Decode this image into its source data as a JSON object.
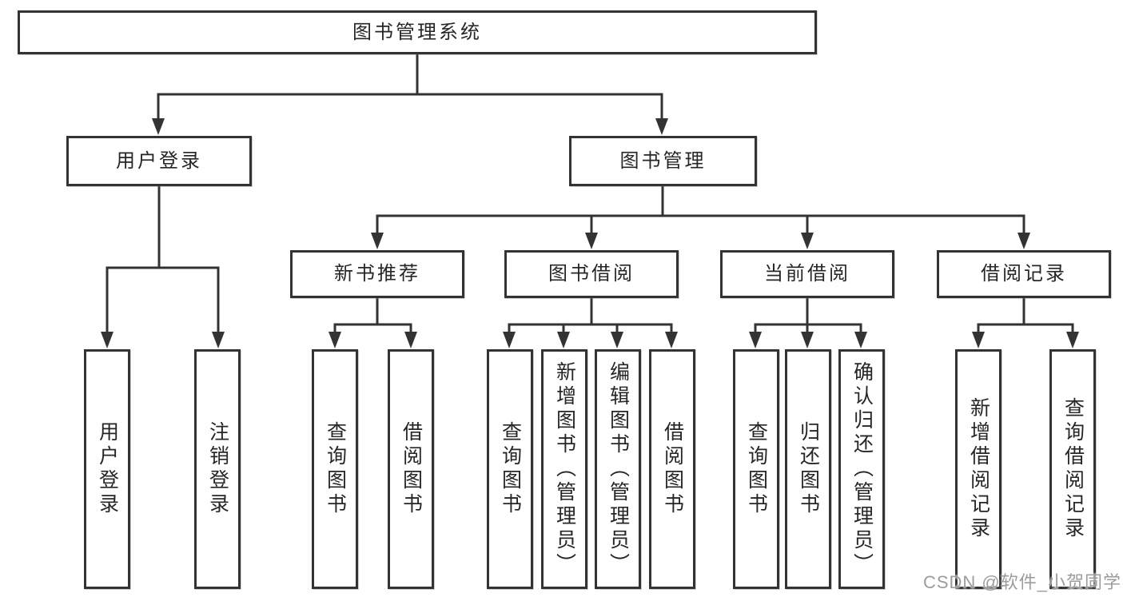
{
  "diagram_title": "图书管理系统",
  "nodes": {
    "root": "图书管理系统",
    "user_login": "用户登录",
    "book_mgmt": "图书管理",
    "new_book_rec": "新书推荐",
    "book_borrow": "图书借阅",
    "current_borrow": "当前借阅",
    "borrow_record": "借阅记录",
    "leaf_user_login": "用户登录",
    "leaf_logout": "注销登录",
    "leaf_rec_query_books": "查询图书",
    "leaf_rec_borrow_books": "借阅图书",
    "leaf_bb_query_books": "查询图书",
    "leaf_bb_add_books": "新增图书（管理员）",
    "leaf_bb_edit_books": "编辑图书（管理员）",
    "leaf_bb_borrow_books": "借阅图书",
    "leaf_cb_query_books": "查询图书",
    "leaf_cb_return_books": "归还图书",
    "leaf_cb_confirm_return": "确认归还（管理员）",
    "leaf_br_add_record": "新增借阅记录",
    "leaf_br_query_record": "查询借阅记录"
  },
  "tree": {
    "图书管理系统": {
      "用户登录": [
        "用户登录",
        "注销登录"
      ],
      "图书管理": {
        "新书推荐": [
          "查询图书",
          "借阅图书"
        ],
        "图书借阅": [
          "查询图书",
          "新增图书（管理员）",
          "编辑图书（管理员）",
          "借阅图书"
        ],
        "当前借阅": [
          "查询图书",
          "归还图书",
          "确认归还（管理员）"
        ],
        "借阅记录": [
          "新增借阅记录",
          "查询借阅记录"
        ]
      }
    }
  },
  "watermark": "CSDN @软件_小贺同学",
  "colors": {
    "line": "#333333",
    "border": "#333333",
    "text": "#262626",
    "box_bg": "#ffffff",
    "watermark": "#949494",
    "background": "#ffffff"
  }
}
